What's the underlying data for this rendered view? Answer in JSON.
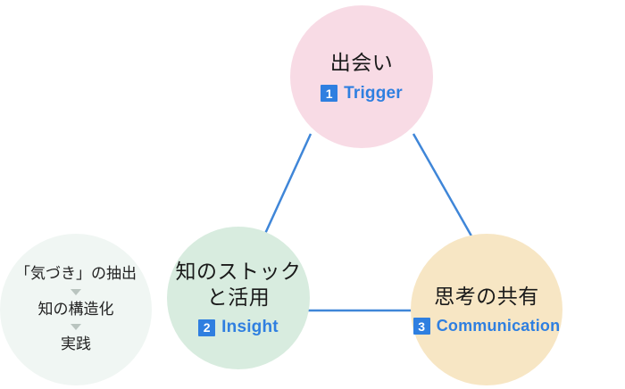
{
  "diagram": {
    "nodes": [
      {
        "id": "trigger",
        "title": "出会い",
        "number": "1",
        "label": "Trigger",
        "color": "#f8dbe5"
      },
      {
        "id": "insight",
        "title_line1": "知のストック",
        "title_line2": "と活用",
        "number": "2",
        "label": "Insight",
        "color": "#d8ecdf"
      },
      {
        "id": "communication",
        "title": "思考の共有",
        "number": "3",
        "label": "Communication",
        "color": "#f7e6c4"
      }
    ],
    "steps": {
      "items": [
        "「気づき」の抽出",
        "知の構造化",
        "実践"
      ],
      "background": "#f0f6f3"
    },
    "link_color": "#3f86d8",
    "accent_color": "#2f7fe0"
  }
}
